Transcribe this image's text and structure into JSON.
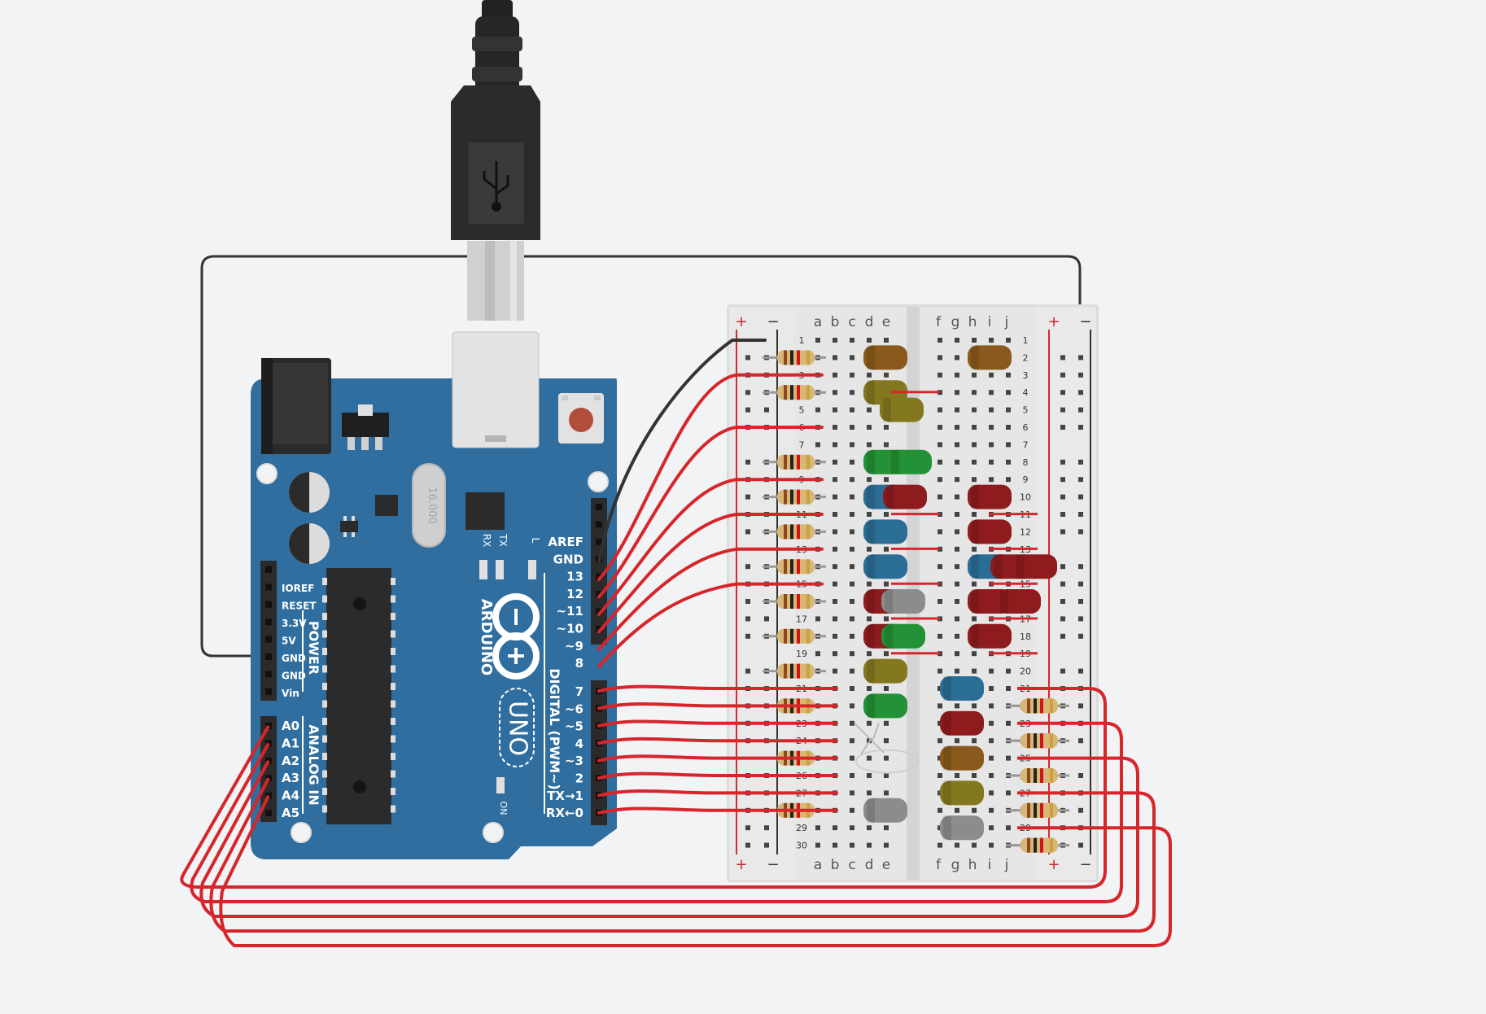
{
  "board": {
    "brand": "ARDUINO",
    "model": "UNO",
    "crystal": "16.000",
    "power_header_label": "POWER",
    "analog_header_label": "ANALOG IN",
    "digital_header_label": "DIGITAL (PWM~)",
    "power_pins": [
      "IOREF",
      "RESET",
      "3.3V",
      "5V",
      "GND",
      "GND",
      "Vin"
    ],
    "analog_pins": [
      "A0",
      "A1",
      "A2",
      "A3",
      "A4",
      "A5"
    ],
    "digital_top_pins": [
      "AREF",
      "GND",
      "13",
      "12",
      "~11",
      "~10",
      "~9",
      "8"
    ],
    "digital_bottom_pins": [
      "7",
      "~6",
      "~5",
      "4",
      "~3",
      "2",
      "TX→1",
      "RX←0"
    ],
    "led_labels": [
      "RX",
      "TX",
      "L"
    ],
    "on_label": "ON"
  },
  "breadboard": {
    "left_columns": [
      "a",
      "b",
      "c",
      "d",
      "e"
    ],
    "right_columns": [
      "f",
      "g",
      "h",
      "i",
      "j"
    ],
    "rail_plus": "+",
    "rail_minus": "−",
    "row_count": 30
  },
  "colors": {
    "board": "#2f6e9e",
    "wire_red": "#d6262b",
    "wire_black": "#333333",
    "led_red": "#8e1c1e",
    "led_green": "#239236",
    "led_blue": "#2b6e95",
    "led_yellow": "#84781f",
    "led_orange": "#8a5a1c",
    "led_gray": "#8c8c8c"
  }
}
